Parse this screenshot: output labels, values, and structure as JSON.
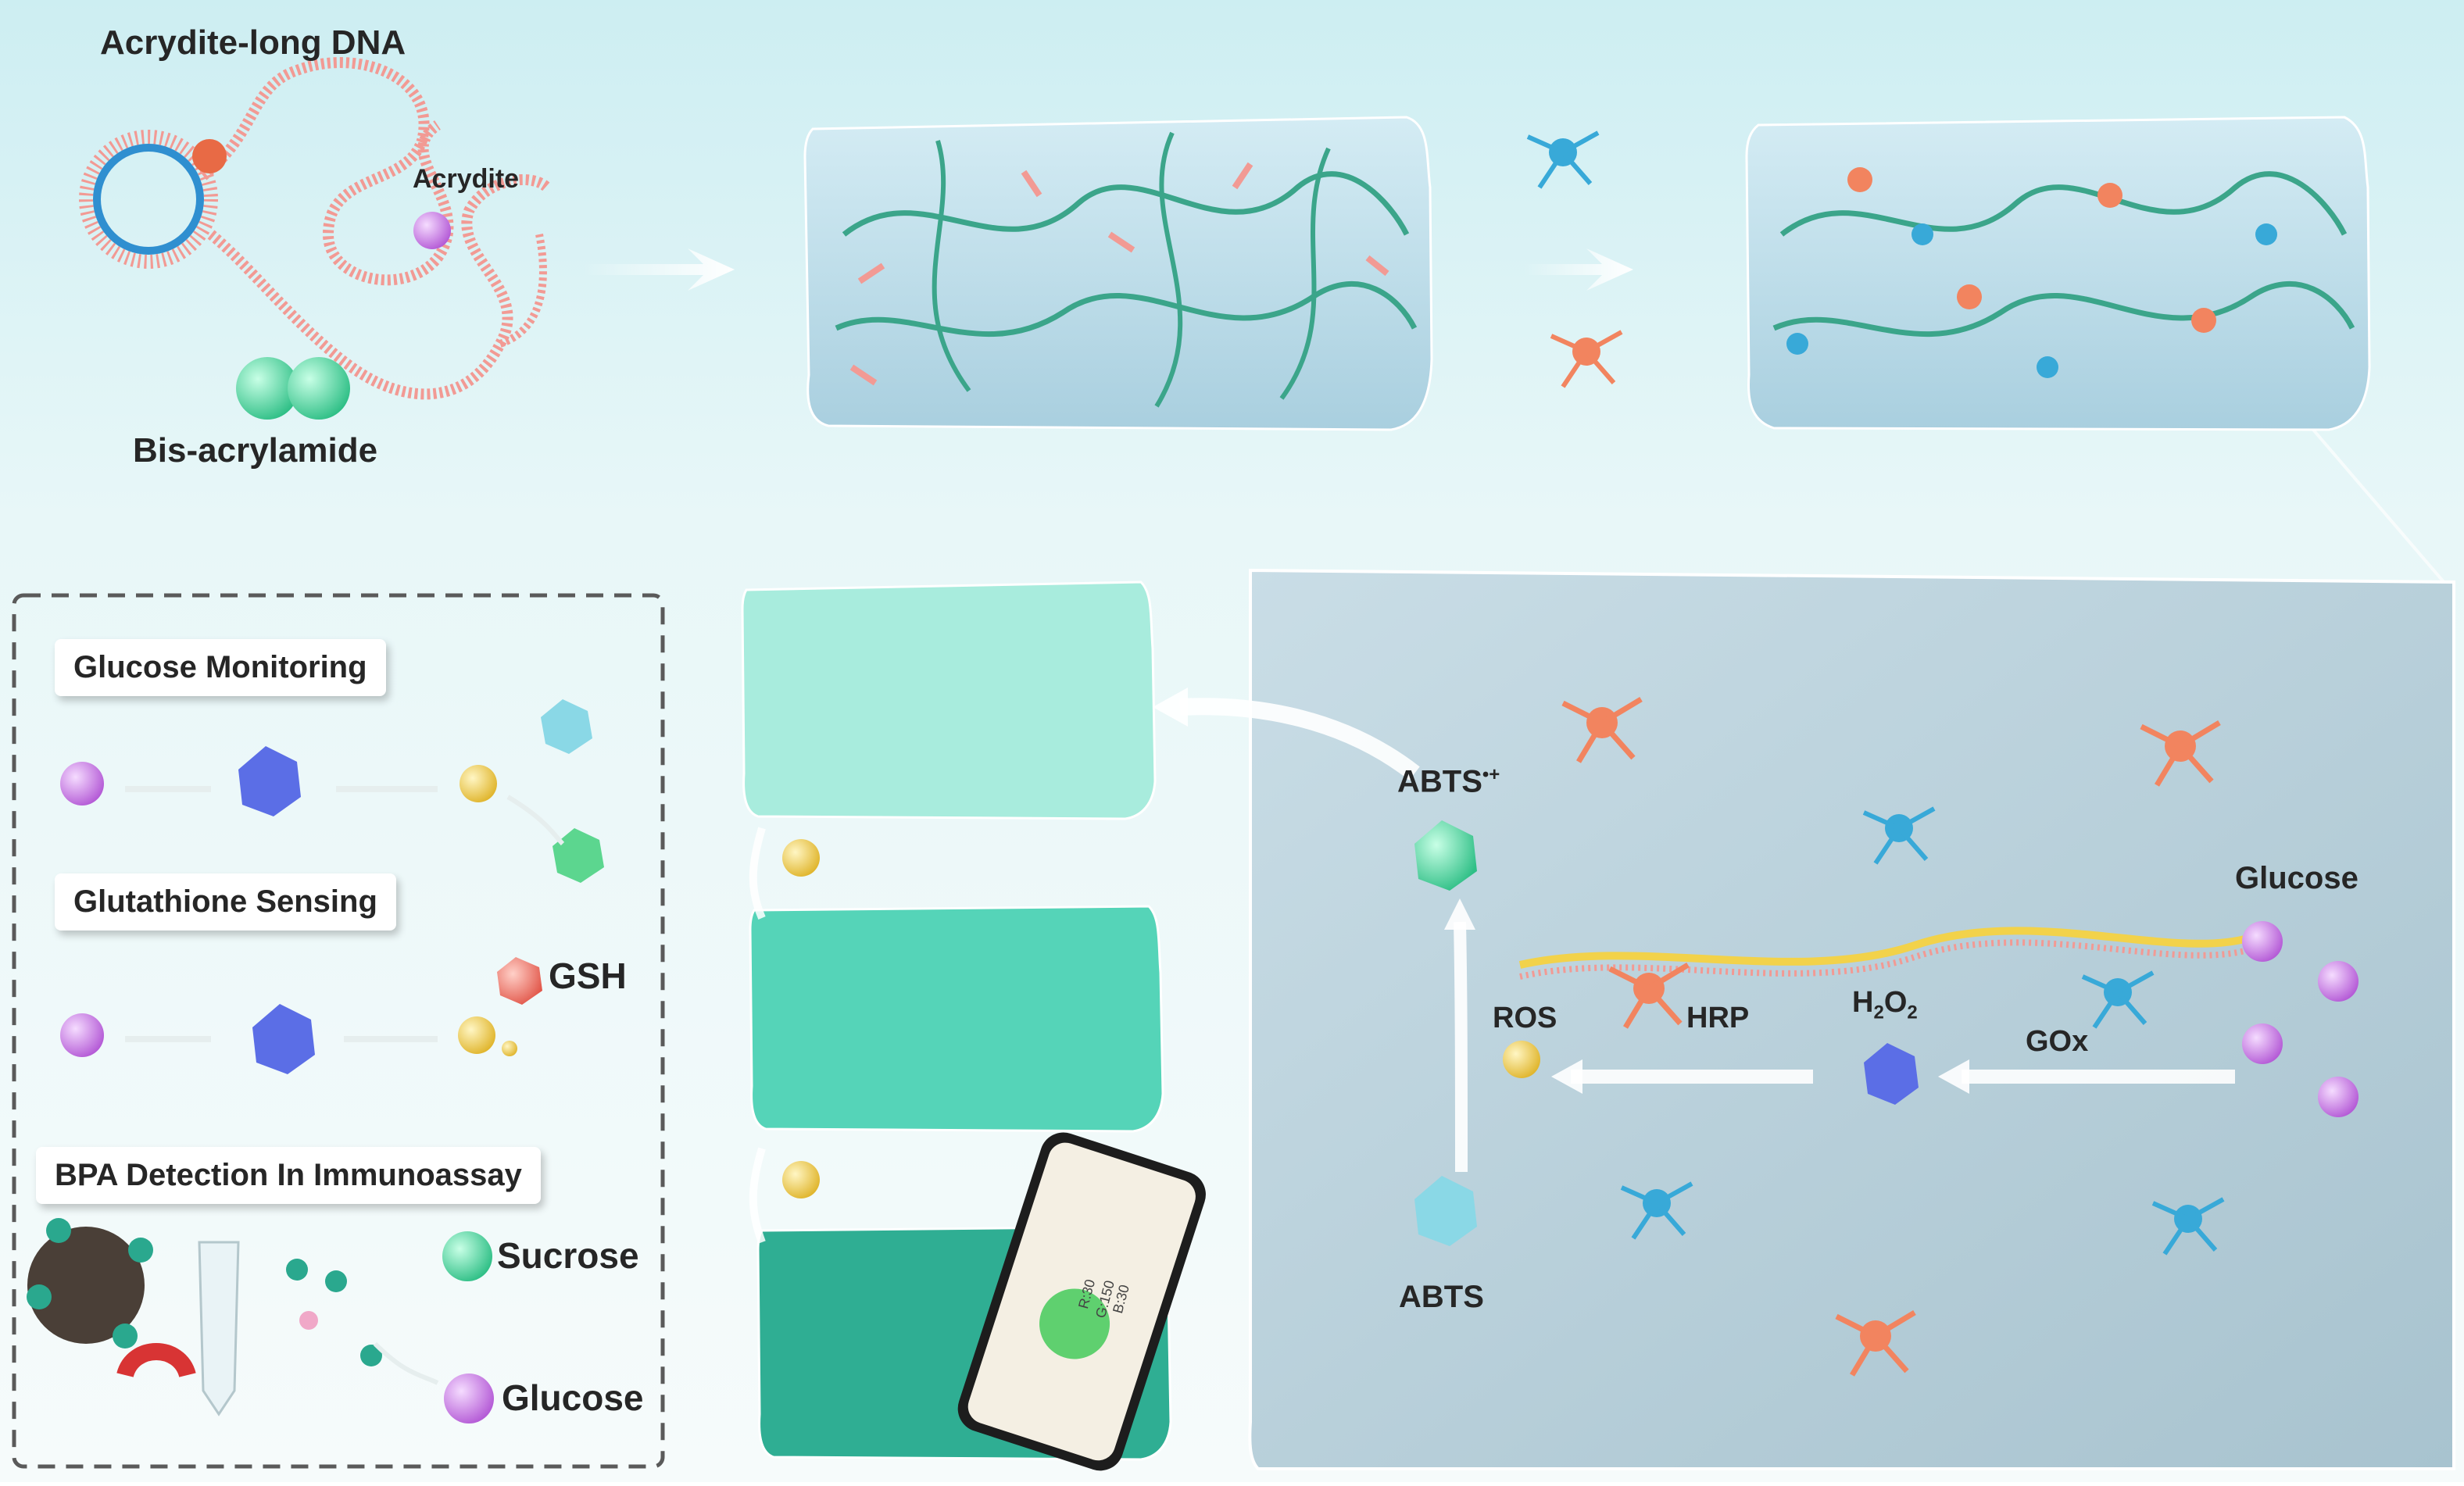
{
  "top": {
    "dna_title": "Acrydite-long DNA",
    "acrydite_label": "Acrydite",
    "bis_label": "Bis-acrylamide"
  },
  "panel": {
    "items": [
      {
        "label": "Glucose Monitoring"
      },
      {
        "label": "Glutathione Sensing"
      },
      {
        "label": "BPA Detection In Immunoassay"
      }
    ],
    "gsh_label": "GSH",
    "sucrose_label": "Sucrose",
    "glucose_label": "Glucose"
  },
  "phone": {
    "line1": "R:30",
    "line2": "G:150",
    "line3": "B:30"
  },
  "reaction": {
    "abts_radical": "ABTS",
    "abts_radical_sup": "•+",
    "abts": "ABTS",
    "ros": "ROS",
    "hrp": "HRP",
    "h2o2_h": "H",
    "h2o2_sub": "2",
    "h2o2_o": "O",
    "h2o2_sub2": "2",
    "gox": "GOx",
    "glucose": "Glucose"
  },
  "colors": {
    "background": "#d6f2f4",
    "dna_pink": "#f29a94",
    "dna_blue": "#2f8fd0",
    "green_sphere": "#3fd49a",
    "purple_sphere": "#cc7be6",
    "yellow_sphere": "#f2d24a",
    "blue_polyhedron": "#5b6ee6",
    "cyan_polyhedron": "#6fd3e0",
    "gel": "#b7dbe8",
    "hydrogel_light": "#8fe3d2",
    "hydrogel_mid": "#49cdb0",
    "hydrogel_dark": "#2aa88e",
    "strand_green": "#3ba58a",
    "enzyme_orange": "#f2845f",
    "enzyme_blue": "#38a9d8"
  }
}
